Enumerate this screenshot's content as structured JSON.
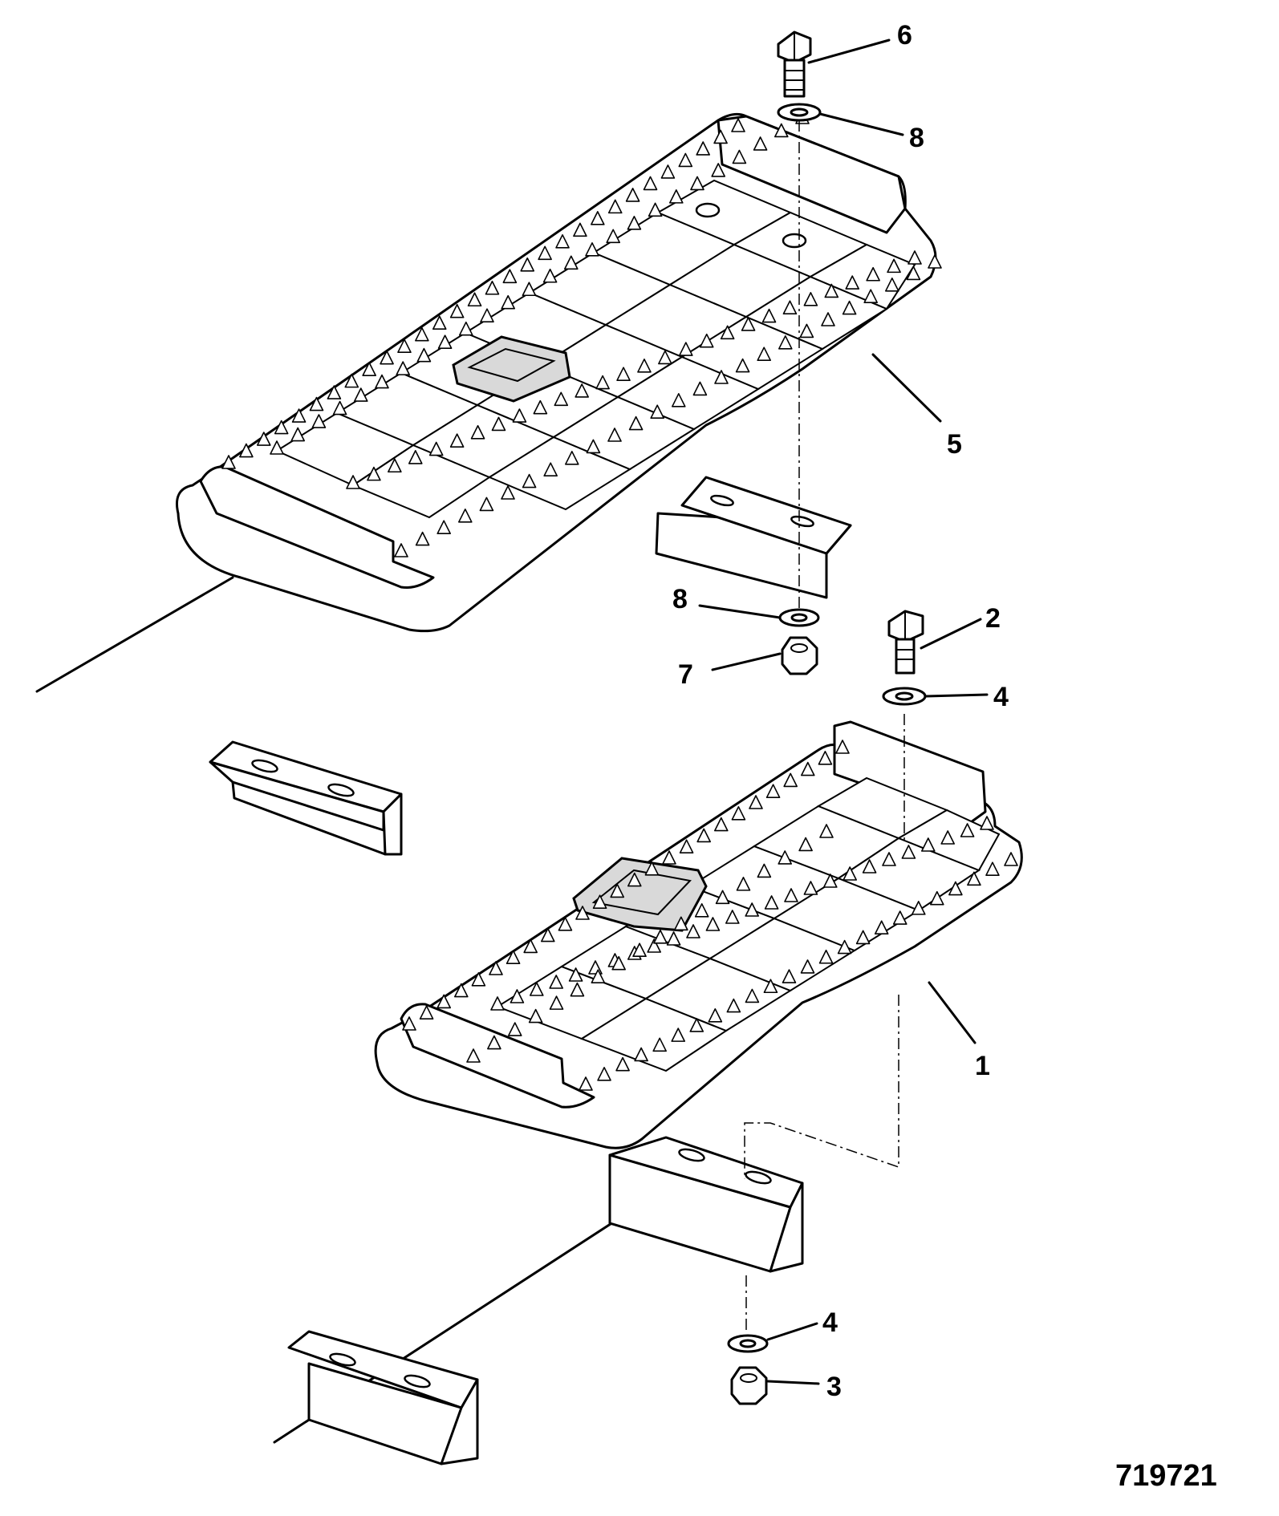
{
  "figure": {
    "number": "719721"
  },
  "callouts": [
    {
      "id": "c6",
      "label": "6"
    },
    {
      "id": "c8a",
      "label": "8"
    },
    {
      "id": "c5",
      "label": "5"
    },
    {
      "id": "c8b",
      "label": "8"
    },
    {
      "id": "c7",
      "label": "7"
    },
    {
      "id": "c2",
      "label": "2"
    },
    {
      "id": "c4a",
      "label": "4"
    },
    {
      "id": "c1",
      "label": "1"
    },
    {
      "id": "c4b",
      "label": "4"
    },
    {
      "id": "c3",
      "label": "3"
    }
  ]
}
